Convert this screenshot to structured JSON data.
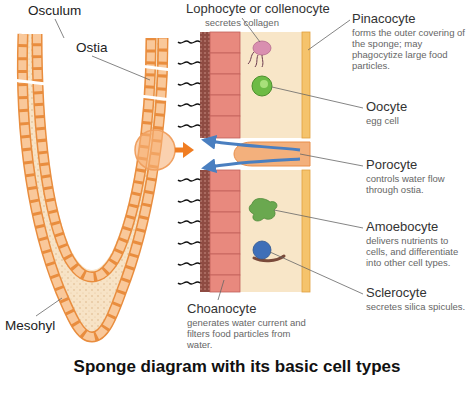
{
  "diagram": {
    "title": "Sponge diagram with its basic cell types",
    "labels": [
      "Osculum",
      "Ostia",
      "Mesohyl",
      "Lophocyte or collenocyte",
      "secretes collagen",
      "Pinacocyte",
      "forms the outer covering of the sponge; may phagocytize large food particles.",
      "Oocyte",
      "egg cell",
      "Porocyte",
      "controls water flow through ostia.",
      "Amoebocyte",
      "delivers nutrients to cells, and differentiate into other cell types.",
      "Sclerocyte",
      "secretes silica spicules.",
      "Choanocyte",
      "generates water current and filters food particles from water."
    ]
  }
}
